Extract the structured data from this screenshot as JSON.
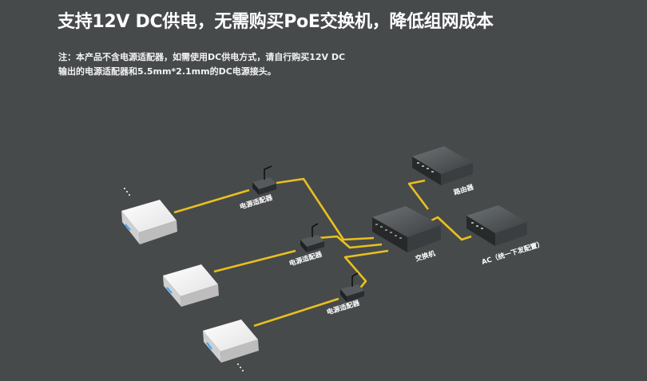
{
  "title": "支持12V DC供电，无需购买PoE交换机，降低组网成本",
  "note": {
    "line1": "注：本产品不含电源适配器，如需使用DC供电方式，请自行购买12V DC",
    "line2": "输出的电源适配器和5.5mm*2.1mm的DC电源接头。"
  },
  "diagram": {
    "labels": {
      "adapter_1": "电源适配器",
      "adapter_2": "电源适配器",
      "adapter_3": "电源适配器",
      "switch": "交换机",
      "router": "路由器",
      "ac": "AC（统一下发配置）"
    },
    "colors": {
      "background": "#474a4b",
      "cable": "#e8c020",
      "ap_body": "#f4f4f4",
      "device_dark": "#2e3133"
    }
  }
}
